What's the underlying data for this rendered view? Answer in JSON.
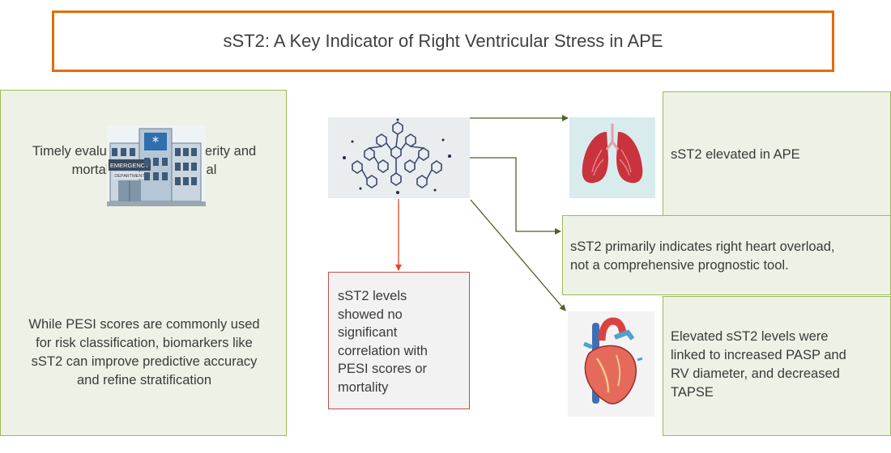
{
  "title": "sST2: A Key Indicator of Right Ventricular Stress in APE",
  "left_panel": {
    "top_text": [
      "Timely evaluation of APE severity and",
      "mortality risk is essential"
    ],
    "bottom_text": [
      "While PESI scores are commonly used",
      "for risk classification, biomarkers like",
      "sST2 can improve predictive accuracy",
      "and refine stratification"
    ],
    "sign_line1": "EMERGENCY",
    "sign_line2": "DEPARTMENT"
  },
  "center": {
    "red_box_text": [
      "sST2 levels",
      "showed no",
      "significant",
      "correlation with",
      "PESI scores or",
      "mortality"
    ]
  },
  "right": {
    "box1_text": "sST2 elevated in APE",
    "box2_text": [
      "sST2 primarily indicates right heart overload,",
      "not a comprehensive prognostic tool."
    ],
    "box3_text": [
      "Elevated sST2 levels were",
      "linked to increased PASP and",
      "RV diameter, and decreased",
      "TAPSE"
    ]
  },
  "colors": {
    "title_border": "#e36c0a",
    "green_border": "#9bbb59",
    "green_fill": "#eef2e6",
    "red_border": "#c0504d",
    "arrow_green": "#4f6228",
    "arrow_red": "#e8452c"
  }
}
